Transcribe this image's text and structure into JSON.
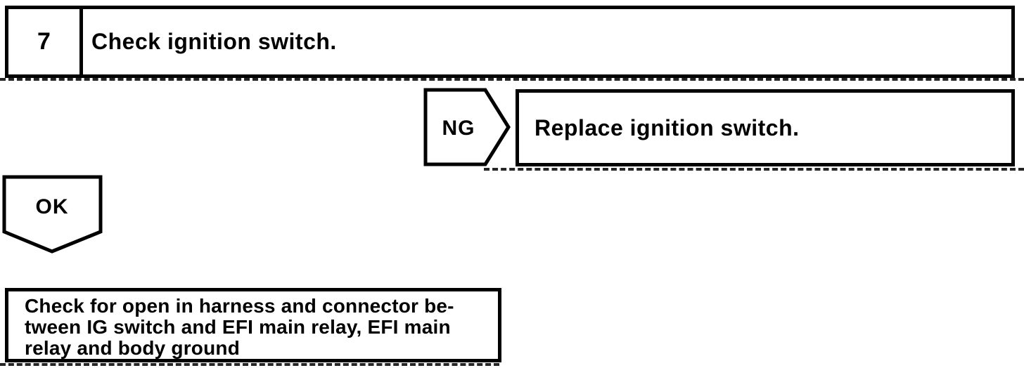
{
  "page": {
    "background": "#ffffff",
    "ink": "#000000"
  },
  "flowchart": {
    "step": {
      "number": "7",
      "instruction": "Check ignition switch."
    },
    "ng": {
      "label": "NG",
      "action": "Replace ignition switch."
    },
    "ok": {
      "label": "OK"
    },
    "next_check": {
      "line1": "Check for open in harness and connector be-",
      "line2": "tween IG switch and EFI main relay, EFI main",
      "line3": "relay and body ground"
    }
  }
}
